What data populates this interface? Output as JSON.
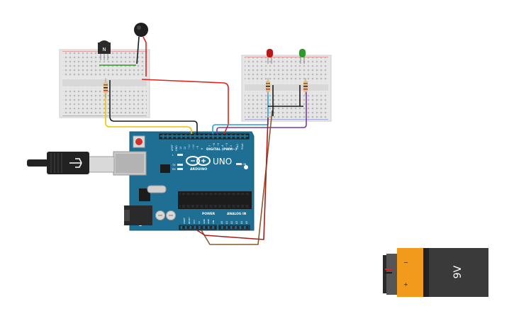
{
  "circuit": {
    "transistor_label": "N",
    "arduino": {
      "brand": "ARDUINO",
      "model": "UNO",
      "digital_header_label": "DIGITAL (PWM~)",
      "digital_pins": [
        "AREF",
        "GND",
        "13",
        "12",
        "~11",
        "~10",
        "~9",
        "8",
        "7",
        "~6",
        "~5",
        "4",
        "~3",
        "2",
        "TX▸1",
        "RX◂0"
      ],
      "power_label": "POWER",
      "analog_label": "ANALOG IN",
      "power_pins": [
        "IOREF",
        "RESET",
        "3V3",
        "5V",
        "GND",
        "GND",
        "VIN"
      ],
      "analog_pins": [
        "A0",
        "A1",
        "A2",
        "A3",
        "A4",
        "A5"
      ],
      "led_labels": [
        "L",
        "TX",
        "RX"
      ],
      "on_label": "ON"
    },
    "battery": {
      "label": "9V",
      "minus": "−",
      "plus": "+"
    },
    "wire_colors": {
      "red": "#e0231f",
      "black": "#1a1a1a",
      "yellow": "#f2c400",
      "green": "#2e9a2e",
      "blue": "#2a9fd6",
      "purple": "#7c3aa0",
      "brown": "#8a5a2b",
      "darkred": "#a81c1c"
    },
    "components": [
      "breadboard-left",
      "breadboard-right",
      "vibration-motor",
      "transistor",
      "resistor",
      "red-led",
      "green-led",
      "arduino-uno",
      "usb-cable",
      "battery-9v"
    ]
  }
}
